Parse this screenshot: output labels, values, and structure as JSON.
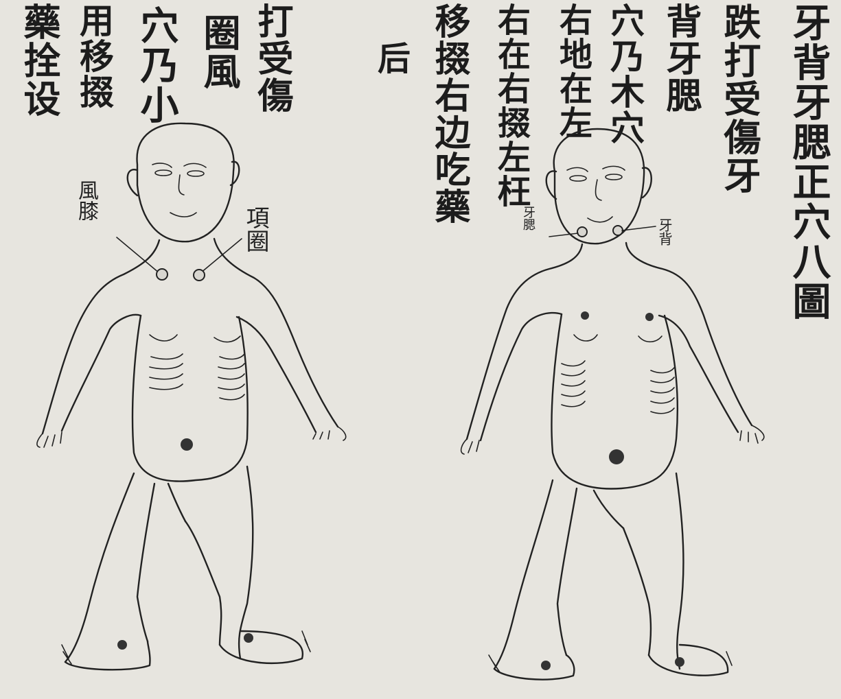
{
  "document": {
    "columns_right": [
      "牙背牙腮正穴八圖",
      "跌打受傷牙",
      "背牙腮",
      "穴乃木穴",
      "右地在左",
      "右在右掇左枉",
      "移掇右边吃藥"
    ],
    "columns_left": [
      "后",
      "打受傷",
      "圈風",
      "穴乃小",
      "用移掇",
      "藥拴设"
    ],
    "labels": {
      "feng_teng": "風膝",
      "xiang_quan": "項圈",
      "ya_bei": "牙背",
      "ya_sai": "牙腮"
    }
  },
  "colors": {
    "paper": "#e7e5df",
    "ink": "#1c1c1c"
  }
}
